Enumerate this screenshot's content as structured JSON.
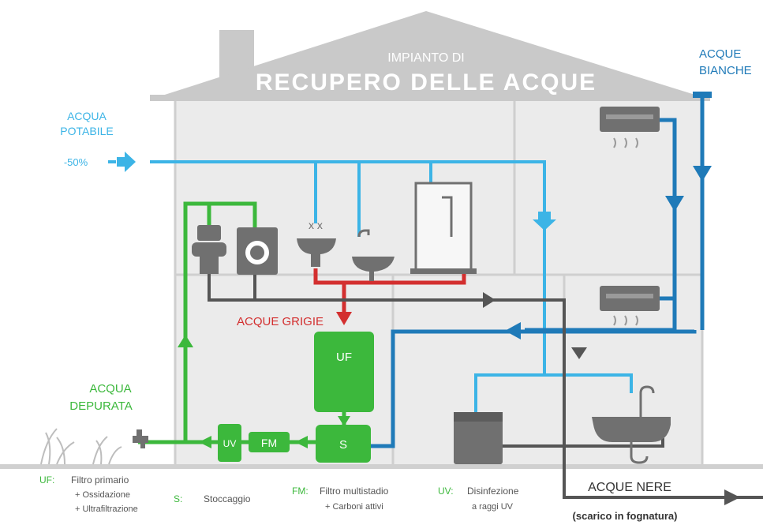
{
  "title": {
    "line1": "IMPIANTO DI",
    "line2": "RECUPERO DELLE ACQUE"
  },
  "labels": {
    "acqua_potabile_1": "ACQUA",
    "acqua_potabile_2": "POTABILE",
    "savings": "-50%",
    "acque_bianche_1": "ACQUE",
    "acque_bianche_2": "BIANCHE",
    "acque_grigie": "ACQUE GRIGIE",
    "acqua_depurata_1": "ACQUA",
    "acqua_depurata_2": "DEPURATA",
    "acque_nere_1": "ACQUE NERE",
    "acque_nere_2": "(scarico in fognatura)"
  },
  "units": {
    "uf": "UF",
    "s": "S",
    "fm": "FM",
    "uv": "UV"
  },
  "legend": [
    {
      "key": "UF:",
      "lines": [
        "Filtro primario",
        "+ Ossidazione",
        "+ Ultrafiltrazione"
      ]
    },
    {
      "key": "S:",
      "lines": [
        "Stoccaggio"
      ]
    },
    {
      "key": "FM:",
      "lines": [
        "Filtro multistadio",
        "+ Carboni attivi"
      ]
    },
    {
      "key": "UV:",
      "lines": [
        "Disinfezione",
        "a raggi UV"
      ]
    }
  ],
  "colors": {
    "potable": "#3cb4e6",
    "grey_water": "#d32f2f",
    "white_water": "#1f7ab8",
    "purified": "#3cb83c",
    "black_water": "#555555",
    "house": "#d7d7d7",
    "appliance": "#707070"
  },
  "icons": [
    "toilet-icon",
    "washing-machine-icon",
    "sink-icon",
    "washbasin-icon",
    "shower-icon",
    "air-conditioner-icon",
    "dishwasher-icon",
    "kitchen-sink-icon",
    "garden-tap-icon",
    "grass-icon"
  ]
}
